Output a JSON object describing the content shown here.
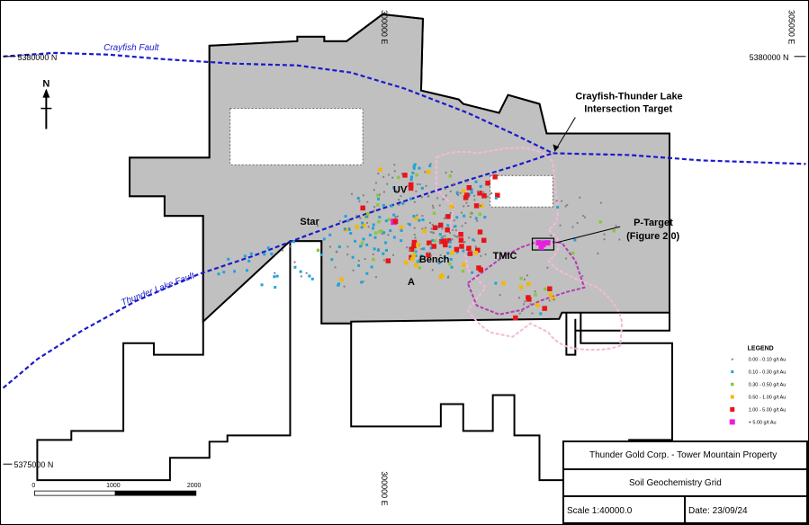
{
  "grid": {
    "top_left_label": "5380000 N",
    "top_right_label": "5380000 N",
    "bottom_left_label": "5375000 N",
    "top_e1": "300000 E",
    "top_e2": "305000 E",
    "bottom_e": "300000 E"
  },
  "north_arrow": "N",
  "faults": {
    "crayfish": "Crayfish Fault",
    "thunder_lake": "Thunder Lake Fault"
  },
  "annotations": {
    "intersection_line1": "Crayfish-Thunder Lake",
    "intersection_line2": "Intersection Target",
    "ptarget_line1": "P-Target",
    "ptarget_line2": "(Figure 2.0)",
    "uv": "UV",
    "star": "Star",
    "bench": "Bench",
    "a": "A",
    "tmic": "TMIC"
  },
  "legend": {
    "title": "LEGEND",
    "items": [
      {
        "label": "0.00 - 0.10 g/t Au",
        "color": "#808080"
      },
      {
        "label": "0.10 - 0.30 g/t Au",
        "color": "#1ea3d8"
      },
      {
        "label": "0.30 - 0.50 g/t Au",
        "color": "#8cc63f"
      },
      {
        "label": "0.50 - 1.00 g/t Au",
        "color": "#f5b800"
      },
      {
        "label": "1.00 - 5.00 g/t Au",
        "color": "#e8141a"
      },
      {
        "label": "+ 5.00 g/t Au",
        "color": "#e81ee0"
      }
    ]
  },
  "scale_bar": {
    "ticks": [
      "0",
      "1000",
      "2000"
    ]
  },
  "title_block": {
    "company": "Thunder Gold Corp. - Tower Mountain Property",
    "map_title": "Soil Geochemistry Grid",
    "scale": "Scale 1:40000.0",
    "date": "Date: 23/09/24"
  },
  "colors": {
    "claim_fill": "#c0c0c0",
    "fault": "#1a1acc",
    "pink_outline": "#f6b8d8",
    "purple_outline": "#b33cb3"
  }
}
